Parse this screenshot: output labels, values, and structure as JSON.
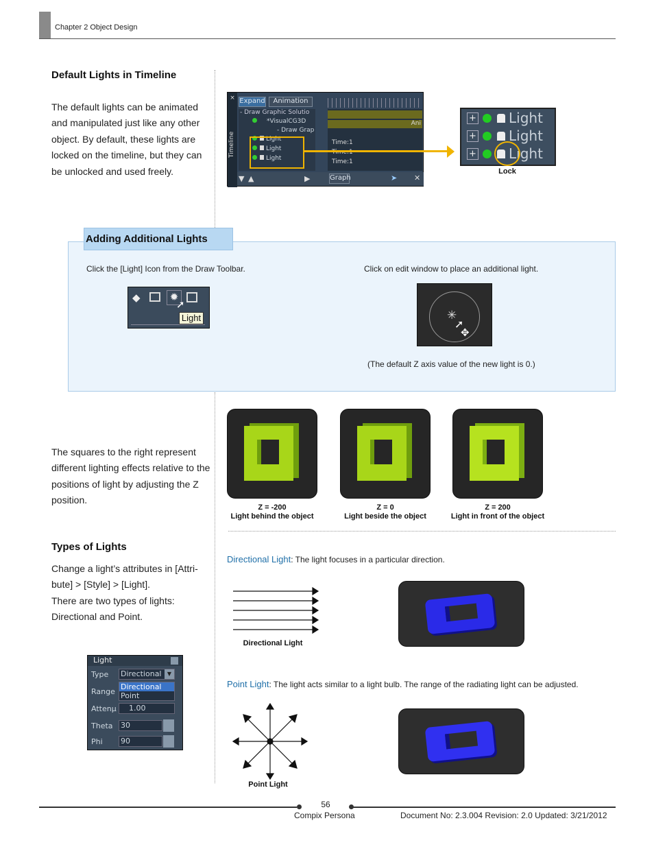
{
  "header": {
    "chapter": "Chapter 2 Object Design"
  },
  "section_default": {
    "title": "Default Lights in Timeline",
    "body": "The default lights can be animated and manipulated just like any other object. By default, these lights are locked on the timeline, but they can be unlocked and used freely.",
    "timeline": {
      "vertical_label": "Timeline",
      "expand": "Expand",
      "animation": "Animation",
      "rows": [
        "- Draw Graphic Solutio",
        "*VisualCG3D",
        "- Draw Grap",
        "Light",
        "Light",
        "Light"
      ],
      "track_labels": [
        "Ani",
        "Time:1",
        "Time:1",
        "Time:1"
      ],
      "graph": "Graph"
    },
    "lock_panel": {
      "items": [
        "Light",
        "Light",
        "Light"
      ],
      "caption": "Lock"
    }
  },
  "section_adding": {
    "title": "Adding Additional Lights",
    "step1": "Click the [Light] Icon from the Draw Toolbar.",
    "step2": "Click on edit window to place an additional light.",
    "tooltip": "Light",
    "note": "(The default Z axis value of the new light is 0.)"
  },
  "section_squares": {
    "body": "The squares to the right represent different lighting effects relative to the positions of light by adjusting the Z position.",
    "tiles": [
      {
        "z": "Z = -200",
        "desc": "Light behind the object"
      },
      {
        "z": "Z = 0",
        "desc": "Light beside the object"
      },
      {
        "z": "Z = 200",
        "desc": "Light in front of the object"
      }
    ]
  },
  "section_types": {
    "title": "Types of Lights",
    "body1": "Change a light’s attributes in [Attri-bute] > [Style] > [Light].",
    "body2": "There are two types of lights: Directional and Point.",
    "directional_label": "Directional Light",
    "directional_desc": ": The light focuses in a particular direction.",
    "directional_caption": "Directional Light",
    "point_label": "Point Light",
    "point_desc": ": The light acts similar to a light bulb. The range of the radiating light can be adjusted.",
    "point_caption": "Point Light",
    "panel": {
      "title": "Light",
      "type_label": "Type",
      "type_value": "Directional",
      "range_label": "Range",
      "options": [
        "Directional",
        "Point"
      ],
      "atten_label": "Attenμ",
      "atten_value": "1.00",
      "theta_label": "Theta",
      "theta_value": "30",
      "phi_label": "Phi",
      "phi_value": "90"
    }
  },
  "footer": {
    "page": "56",
    "product": "Compix Persona",
    "doc": "Document No: 2.3.004 Revision: 2.0 Updated: 3/21/2012"
  }
}
